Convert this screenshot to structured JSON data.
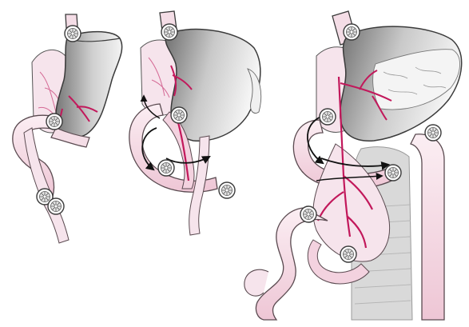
{
  "figure": {
    "kind": "anatomical illustration",
    "panels": [
      {
        "stage": "stage-1"
      },
      {
        "stage": "stage-2"
      },
      {
        "stage": "stage-3"
      }
    ],
    "colors": {
      "outline": "#3a3a3a",
      "stomach_dark": "#8a8a8a",
      "stomach_light": "#f2f2f2",
      "intestine": "#f4dde6",
      "intestine_edge": "#5a4a50",
      "vessel": "#c2185b",
      "vessel_light": "#e27aa3",
      "arrow": "#111111",
      "spine": "#d8d8d8"
    }
  }
}
